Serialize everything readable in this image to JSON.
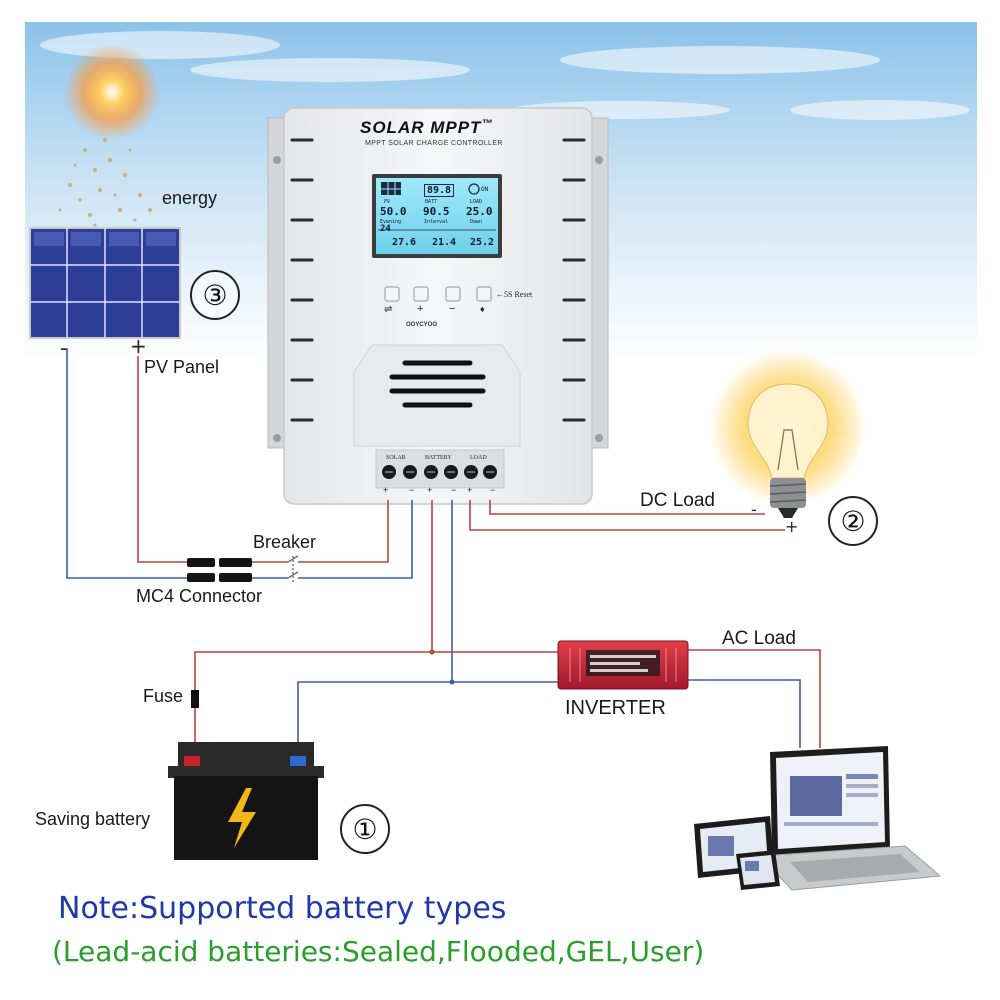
{
  "controller": {
    "brand": "SOLAR MPPT",
    "trademark": "™",
    "subtitle": "MPPT SOLAR CHARGE CONTROLLER",
    "maker": "OOYCYOO",
    "reset_label": "←5S Reset",
    "lcd": {
      "top_reading": "89.8",
      "pv_label": "PV",
      "pv_value": "50.0",
      "batt_label": "BATT",
      "batt_value": "90.5",
      "load_label": "LOAD",
      "load_value": "25.0",
      "on_label": "ON",
      "evening_label": "Evening",
      "interval_label": "Interval",
      "dawn_label": "Dawn",
      "evening_value": "24",
      "bottom_1": "27.6",
      "bottom_2": "21.4",
      "bottom_3": "25.2"
    },
    "button_symbols": [
      "⇌",
      "+",
      "−",
      "♦"
    ],
    "terminal_labels": [
      "SOLAR",
      "BATTERY",
      "LOAD"
    ],
    "terminal_signs": [
      "+",
      "−",
      "+",
      "−",
      "+",
      "−"
    ]
  },
  "labels": {
    "energy": "energy",
    "pv_panel": "PV Panel",
    "dc_load": "DC Load",
    "breaker": "Breaker",
    "mc4": "MC4 Connector",
    "fuse": "Fuse",
    "ac_load": "AC Load",
    "inverter": "INVERTER",
    "saving_battery": "Saving battery"
  },
  "numbers": {
    "one": "①",
    "two": "②",
    "three": "③"
  },
  "pv_signs": {
    "minus": "-",
    "plus": "+"
  },
  "dc_load_signs": {
    "minus": "-",
    "plus": "+"
  },
  "note": {
    "line1": "Note:Supported battery types",
    "line2": "(Lead-acid batteries:Sealed,Flooded,GEL,User)"
  },
  "colors": {
    "sky_top": "#8fc4ec",
    "wire_red": "#c0413f",
    "wire_blue": "#3d5ab0",
    "note_blue": "#1f3aa8",
    "note_green": "#2a9d2a",
    "lcd": "#8fe0f5",
    "inverter": "#c4202f"
  }
}
